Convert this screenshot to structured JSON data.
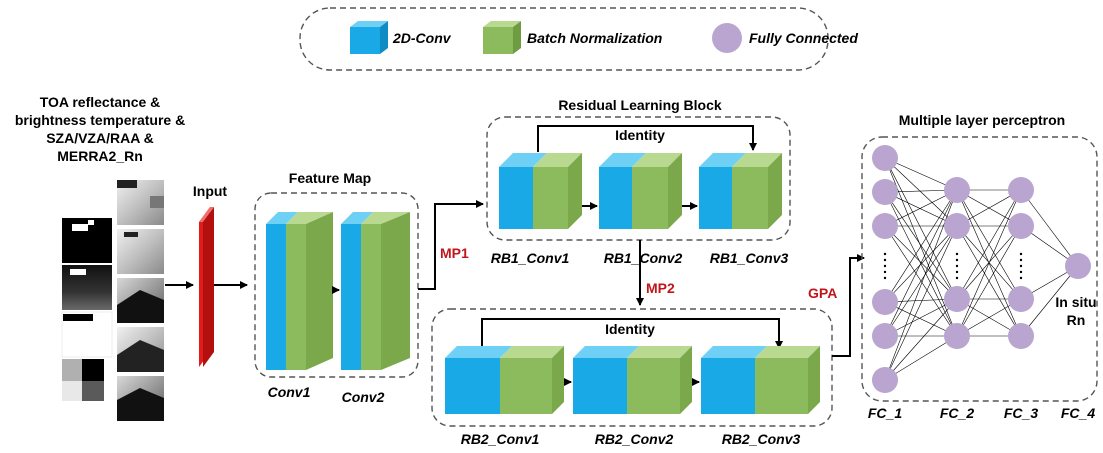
{
  "legend": {
    "conv2d": "2D-Conv",
    "batch_norm": "Batch Normalization",
    "fully_connected": "Fully Connected"
  },
  "inputs": {
    "title_lines": [
      "TOA reflectance &",
      "brightness temperature &",
      "SZA/VZA/RAA &",
      "MERRA2_Rn"
    ],
    "input_label": "Input"
  },
  "feature_map": {
    "title": "Feature Map",
    "conv1": "Conv1",
    "conv2": "Conv2"
  },
  "pooling": {
    "mp1": "MP1",
    "mp2": "MP2",
    "gpa": "GPA"
  },
  "residual_block_1": {
    "title": "Residual Learning Block",
    "identity": "Identity",
    "conv1": "RB1_Conv1",
    "conv2": "RB1_Conv2",
    "conv3": "RB1_Conv3"
  },
  "residual_block_2": {
    "identity": "Identity",
    "conv1": "RB2_Conv1",
    "conv2": "RB2_Conv2",
    "conv3": "RB2_Conv3"
  },
  "mlp": {
    "title": "Multiple layer perceptron",
    "fc1": "FC_1",
    "fc2": "FC_2",
    "fc3": "FC_3",
    "fc4": "FC_4",
    "output_line1": "In situ",
    "output_line2": "Rn"
  },
  "colors": {
    "conv_front": "#18a9e6",
    "conv_top": "#6fd0f5",
    "bn_front": "#8cbb5e",
    "bn_side": "#7aa84a",
    "bn_top": "#b9d890",
    "node": "#b9a5cf",
    "pool_text": "#c0161c",
    "input_layer": "#e11a1a"
  }
}
